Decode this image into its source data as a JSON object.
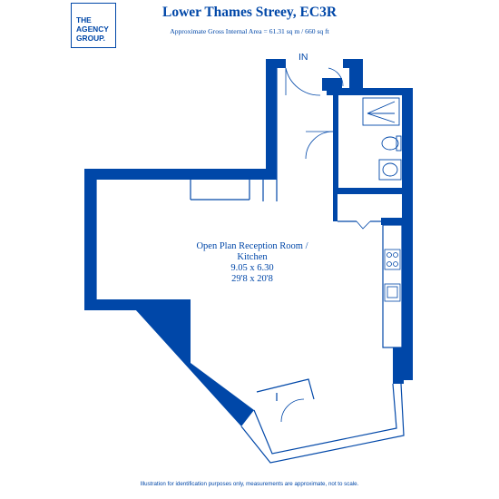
{
  "brand": {
    "logo_lines": [
      "THE",
      "AGENCY",
      "GROUP."
    ]
  },
  "header": {
    "title": "Lower Thames Streey, EC3R",
    "subtitle": "Approximate Gross Internal Area = 61.31 sq m / 660 sq ft"
  },
  "plan": {
    "entry_label": "IN",
    "room": {
      "name_line1": "Open Plan Reception Room /",
      "name_line2": "Kitchen",
      "dims_metric": "9.05 x 6.30",
      "dims_imperial": "29'8 x 20'8"
    },
    "colors": {
      "wall": "#0047a8",
      "fixture": "#0047a8"
    }
  },
  "footer": {
    "disclaimer": "Illustration for identification purposes only, measurements are approximate, not to scale."
  }
}
